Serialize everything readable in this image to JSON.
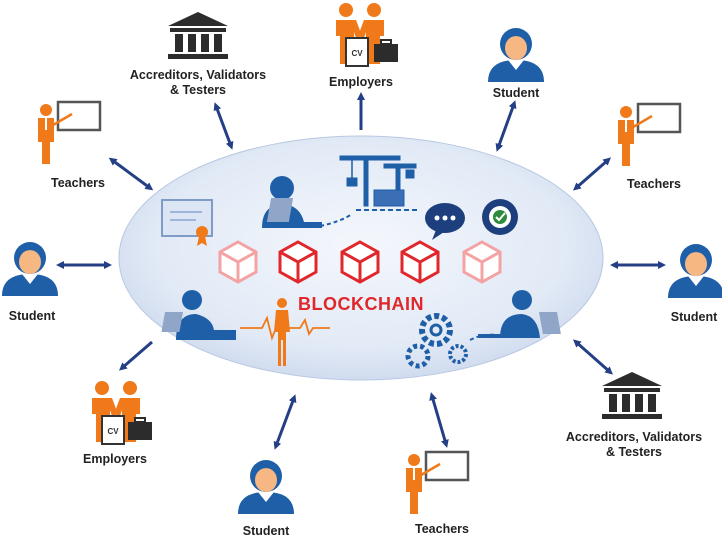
{
  "center": {
    "title": "BLOCKCHAIN"
  },
  "nodes": {
    "accreditors_top": {
      "line1": "Accreditors, Validators",
      "line2": "& Testers"
    },
    "employers_top": {
      "label": "Employers"
    },
    "student_top_right": {
      "label": "Student"
    },
    "teachers_top_left": {
      "label": "Teachers"
    },
    "teachers_right": {
      "label": "Teachers"
    },
    "student_left": {
      "label": "Student"
    },
    "student_right": {
      "label": "Student"
    },
    "employers_bottom_left": {
      "label": "Employers"
    },
    "student_bottom": {
      "label": "Student"
    },
    "teachers_bottom": {
      "label": "Teachers"
    },
    "accreditors_bottom": {
      "line1": "Accreditors, Validators",
      "line2": "& Testers"
    }
  },
  "documents": {
    "cv_label": "CV"
  },
  "colors": {
    "orange": "#f07a1a",
    "blue": "#1f5fa8",
    "navy": "#243f85",
    "red": "#e0272b",
    "ellipse": "#dfe8f5",
    "dark": "#2c2c2c"
  }
}
